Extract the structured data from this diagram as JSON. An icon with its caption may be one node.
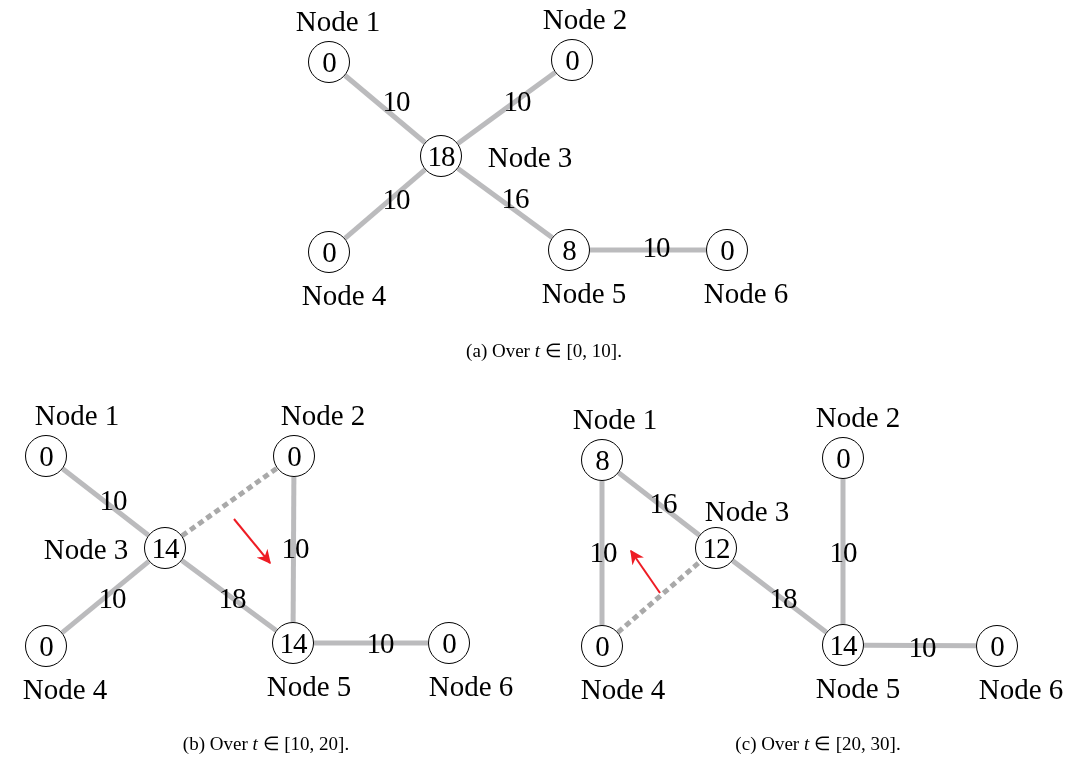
{
  "diagram": {
    "nodes": [
      {
        "text": [
          "0"
        ],
        "beside": [
          "Node 1"
        ]
      },
      {
        "text": [
          "0"
        ],
        "beside": [
          "Node 2"
        ]
      },
      {
        "text": [
          "18"
        ],
        "beside": [
          "Node 3"
        ]
      },
      {
        "text": [
          "0"
        ],
        "beside": [
          "Node 4"
        ]
      },
      {
        "text": [
          "8"
        ],
        "beside": [
          "Node 5"
        ]
      },
      {
        "text": [
          "0"
        ],
        "beside": [
          "Node 6"
        ]
      },
      {
        "text": [
          "0"
        ],
        "beside": [
          "Node 1"
        ]
      },
      {
        "text": [
          "0"
        ],
        "beside": [
          "Node 2"
        ]
      },
      {
        "text": [
          "14"
        ],
        "beside": [
          "Node 3"
        ]
      },
      {
        "text": [
          "0"
        ],
        "beside": [
          "Node 4"
        ]
      },
      {
        "text": [
          "14"
        ],
        "beside": [
          "Node 5"
        ]
      },
      {
        "text": [
          "0"
        ],
        "beside": [
          "Node 6"
        ]
      },
      {
        "text": [
          "8"
        ],
        "beside": [
          "Node 1"
        ]
      },
      {
        "text": [
          "0"
        ],
        "beside": [
          "Node 2"
        ]
      },
      {
        "text": [
          "12"
        ],
        "beside": [
          "Node 3"
        ]
      },
      {
        "text": [
          "0"
        ],
        "beside": [
          "Node 4"
        ]
      },
      {
        "text": [
          "14"
        ],
        "beside": [
          "Node 5"
        ]
      },
      {
        "text": [
          "0"
        ],
        "beside": [
          "Node 6"
        ]
      }
    ],
    "edges": [
      {
        "from": 0,
        "to": 2,
        "arrow": "none",
        "label": "10"
      },
      {
        "from": 1,
        "to": 2,
        "arrow": "none",
        "label": "10"
      },
      {
        "from": 3,
        "to": 2,
        "arrow": "none",
        "label": "10"
      },
      {
        "from": 2,
        "to": 4,
        "arrow": "none",
        "label": "16"
      },
      {
        "from": 4,
        "to": 5,
        "arrow": "none",
        "label": "10"
      },
      {
        "from": 6,
        "to": 8,
        "arrow": "none",
        "label": "10"
      },
      {
        "from": 8,
        "to": 7,
        "arrow": "none",
        "style": "dashed"
      },
      {
        "from": 7,
        "to": 10,
        "arrow": "none",
        "label": "10"
      },
      {
        "from": 9,
        "to": 8,
        "arrow": "none",
        "label": "10"
      },
      {
        "from": 8,
        "to": 10,
        "arrow": "none",
        "label": "18"
      },
      {
        "from": 10,
        "to": 11,
        "arrow": "none",
        "label": "10"
      },
      {
        "from": 12,
        "to": 14,
        "arrow": "none",
        "label": "16"
      },
      {
        "from": 12,
        "to": 15,
        "arrow": "none",
        "label": "10"
      },
      {
        "from": 15,
        "to": 14,
        "arrow": "none",
        "style": "dashed"
      },
      {
        "from": 13,
        "to": 16,
        "arrow": "none",
        "label": "10"
      },
      {
        "from": 14,
        "to": 16,
        "arrow": "none",
        "label": "18"
      },
      {
        "from": 16,
        "to": 17,
        "arrow": "none",
        "label": "10"
      }
    ],
    "labels": [
      "(a)  Over *t* ∈ [0, 10].",
      "(b)  Over *t* ∈ [10, 20].",
      "(c)  Over *t* ∈ [20, 30]."
    ]
  }
}
